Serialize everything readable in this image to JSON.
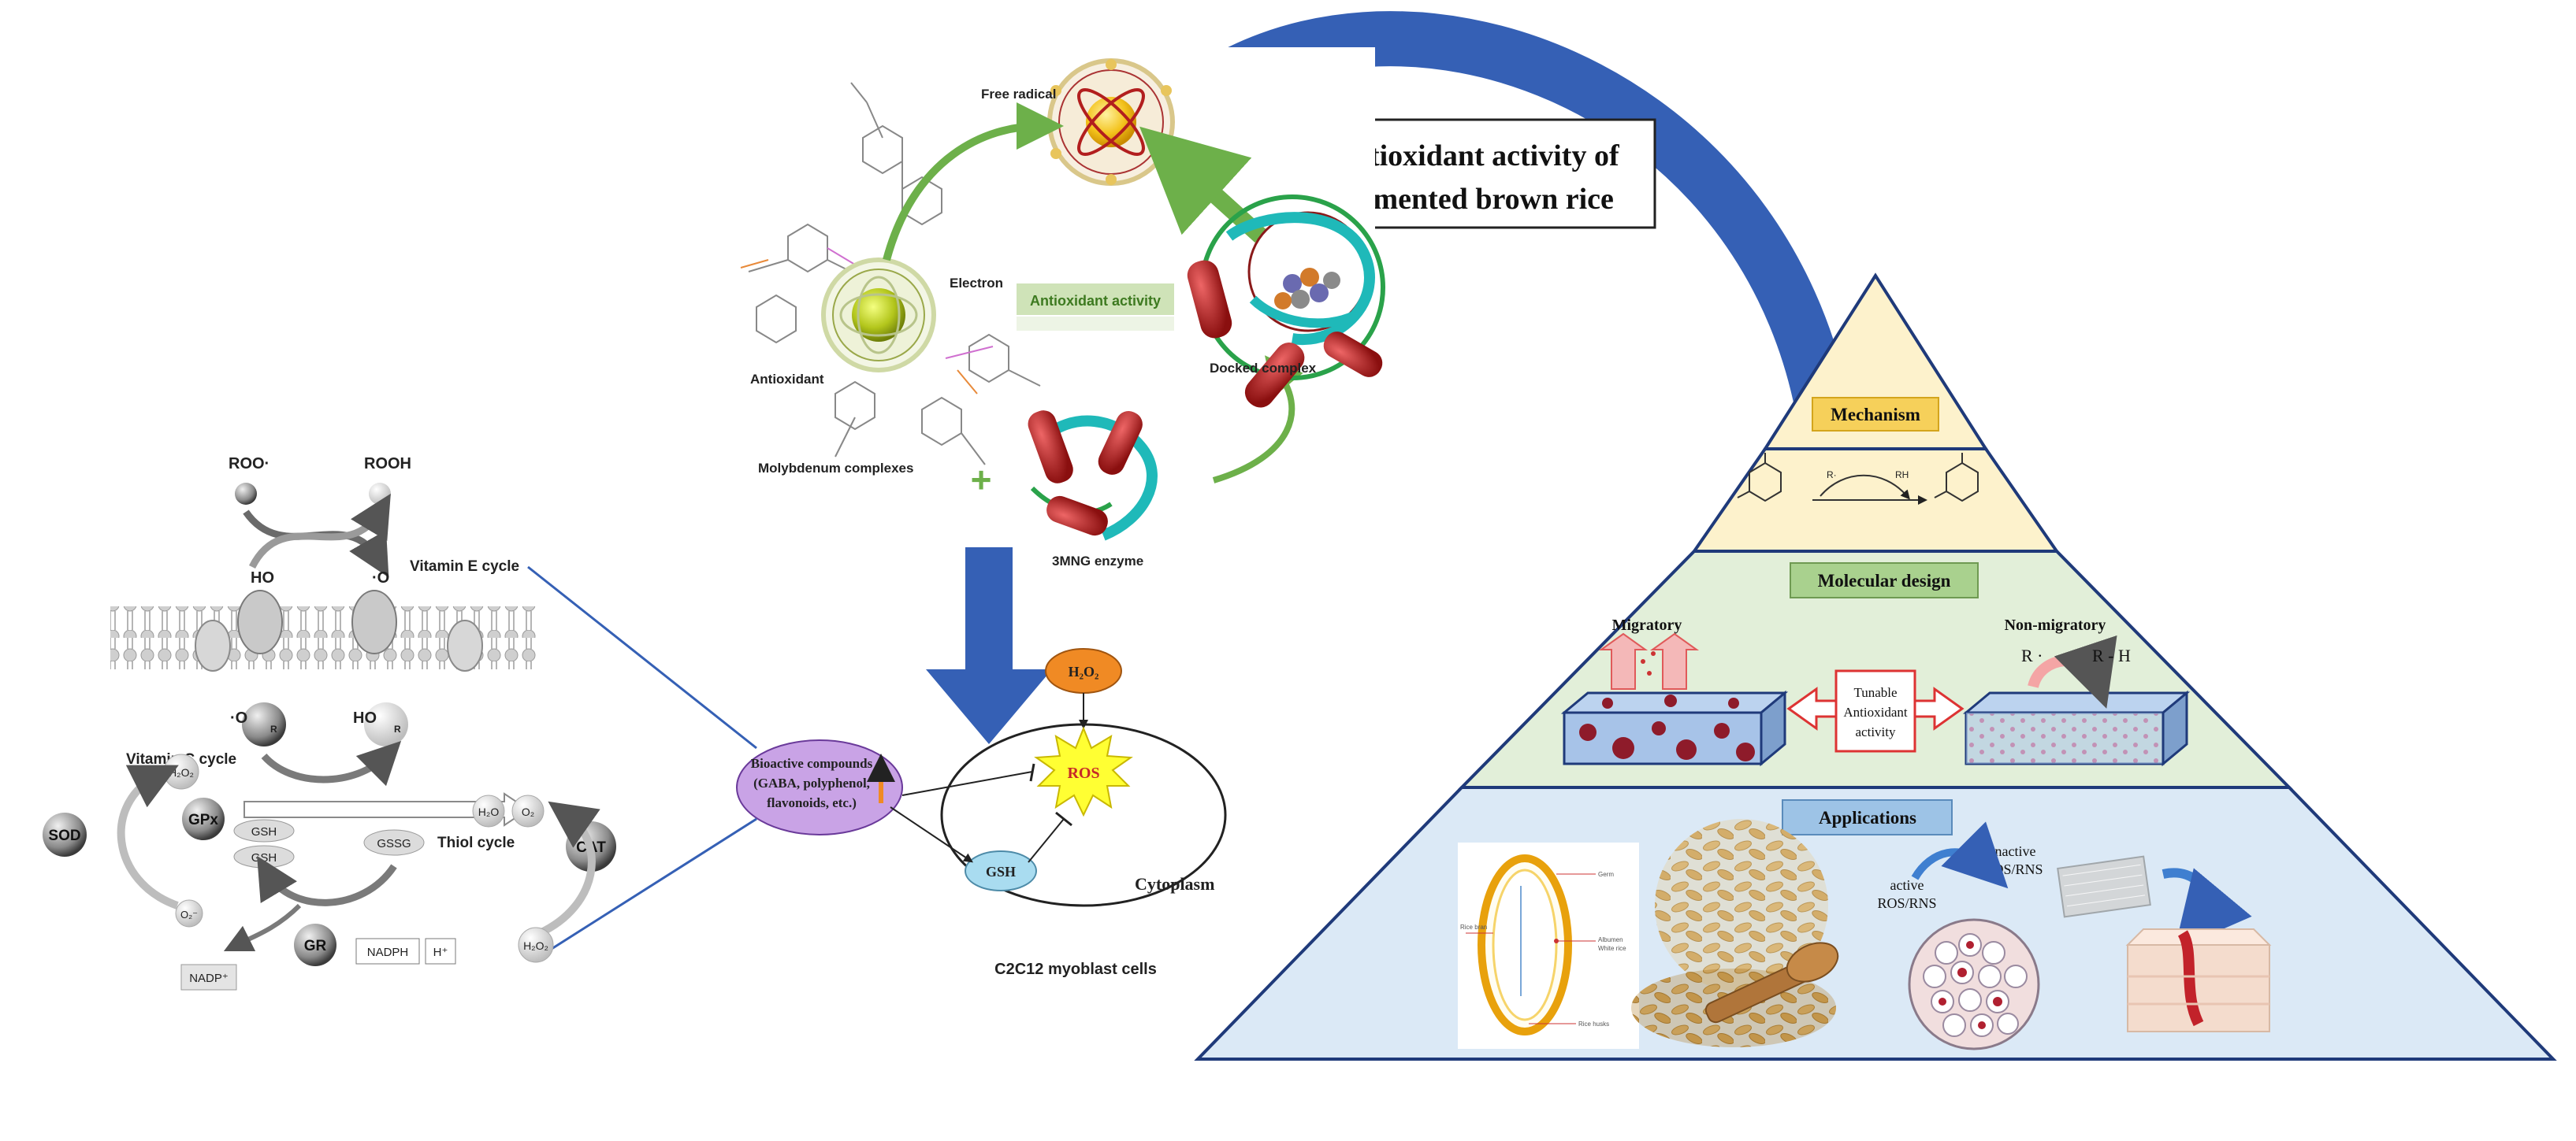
{
  "title_box": {
    "line1": "Antioxidant activity of",
    "line2": "fermented brown rice"
  },
  "docking_panel": {
    "free_radical": "Free radical",
    "electron": "Electron",
    "antioxidant": "Antioxidant",
    "antioxidant_activity": "Antioxidant activity",
    "docked_complex": "Docked complex",
    "molybdenum_complexes": "Molybdenum complexes",
    "plus": "+",
    "enzyme": "3MNG enzyme"
  },
  "cell_panel": {
    "bioactive_line1": "Bioactive compounds",
    "bioactive_line2": "(GABA, polyphenol,",
    "bioactive_line3": "flavonoids, etc.)",
    "h2o2": "H₂O₂",
    "ros": "ROS",
    "gsh": "GSH",
    "cytoplasm": "Cytoplasm",
    "cell_type": "C2C12 myoblast cells"
  },
  "cycle_panel": {
    "roo": "ROO·",
    "rooh": "ROOH",
    "ho_left": "HO",
    "o_right": "·O",
    "vitamin_e": "Vitamin E cycle",
    "o_vitc": "·O",
    "ho_vitc": "HO",
    "r_mark": "R",
    "vitamin_c": "Vitamin C cycle",
    "h2o2_left": "H₂O₂",
    "gpx": "GPx",
    "gsh_top": "GSH",
    "gsh_bottom": "GSH",
    "gssg": "GSSG",
    "thiol": "Thiol cycle",
    "sod": "SOD",
    "o2_radical": "O₂⁻",
    "gr": "GR",
    "nadp": "NADP⁺",
    "nadph": "NADPH",
    "h_plus": "H⁺",
    "h2o": "H₂O",
    "o2": "O₂",
    "cat": "CAT",
    "h2o2_right": "H₂O₂"
  },
  "pyramid": {
    "mechanism": "Mechanism",
    "reaction_radical": "R·",
    "reaction_product": "RH",
    "molecular_design": "Molecular design",
    "migratory": "Migratory",
    "non_migratory": "Non-migratory",
    "tunable_line1": "Tunable",
    "tunable_line2": "Antioxidant",
    "tunable_line3": "activity",
    "r_dot": "R ·",
    "r_h": "R - H",
    "applications": "Applications",
    "active_line1": "active",
    "active_line2": "ROS/RNS",
    "inactive_line1": "inactive",
    "inactive_line2": "ROS/RNS",
    "rice_germ": "Germ",
    "rice_bran": "Rice bran",
    "rice_albumen": "Albumen",
    "rice_white": "White rice",
    "rice_husks": "Rice husks"
  },
  "colors": {
    "big_arrow_blue": "#3560b5",
    "green_arrow": "#6db04a",
    "mechanism_bg": "#fdf2cc",
    "design_bg": "#e2efd9",
    "applications_bg": "#dbe9f6",
    "pyramid_stroke": "#1f3a7a",
    "bioactive_fill": "#c9a3e6",
    "ros_fill": "#ffff33",
    "h2o2_fill": "#f08a24",
    "gsh_fill": "#a9dcf0"
  }
}
